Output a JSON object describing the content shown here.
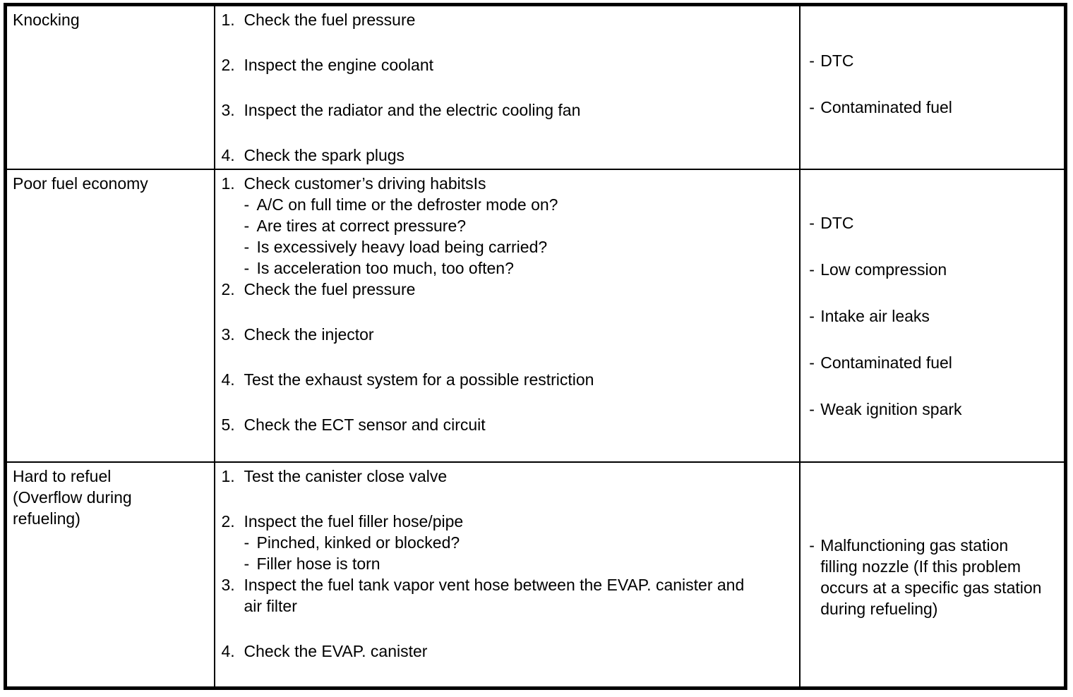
{
  "dash": "-",
  "colors": {
    "text": "#000000",
    "border": "#000000",
    "background": "#ffffff"
  },
  "table": {
    "rows": [
      {
        "symptom": "Knocking",
        "steps": [
          {
            "num": "1.",
            "text": "Check the fuel pressure"
          },
          {
            "num": "2.",
            "text": "Inspect the engine coolant"
          },
          {
            "num": "3.",
            "text": "Inspect the radiator and the electric cooling fan"
          },
          {
            "num": "4.",
            "text": "Check the spark plugs"
          }
        ],
        "causes": [
          "DTC",
          "Contaminated fuel"
        ]
      },
      {
        "symptom": "Poor fuel economy",
        "steps": [
          {
            "num": "1.",
            "text": "Check customer’s driving habitsIs",
            "subs": [
              "A/C on full time or the defroster mode on?",
              "Are tires at correct pressure?",
              "Is excessively heavy load being carried?",
              "Is acceleration too much, too often?"
            ]
          },
          {
            "num": "2.",
            "text": "Check the fuel pressure"
          },
          {
            "num": "3.",
            "text": "Check the injector"
          },
          {
            "num": "4.",
            "text": "Test the exhaust system for a possible restriction"
          },
          {
            "num": "5.",
            "text": "Check the ECT sensor and circuit"
          }
        ],
        "causes": [
          "DTC",
          "Low compression",
          "Intake air leaks",
          "Contaminated fuel",
          "Weak ignition spark"
        ]
      },
      {
        "symptom": "Hard to refuel (Overflow during refueling)",
        "steps": [
          {
            "num": "1.",
            "text": "Test the canister close valve"
          },
          {
            "num": "2.",
            "text": "Inspect the fuel filler hose/pipe",
            "subs": [
              "Pinched, kinked or blocked?",
              "Filler hose is torn"
            ]
          },
          {
            "num": "3.",
            "text": "Inspect the fuel tank vapor vent hose between the EVAP. canister and air filter"
          },
          {
            "num": "4.",
            "text": "Check the EVAP. canister"
          }
        ],
        "causes": [
          "Malfunctioning gas station filling nozzle (If this problem occurs at a specific gas station during refueling)"
        ]
      }
    ]
  }
}
